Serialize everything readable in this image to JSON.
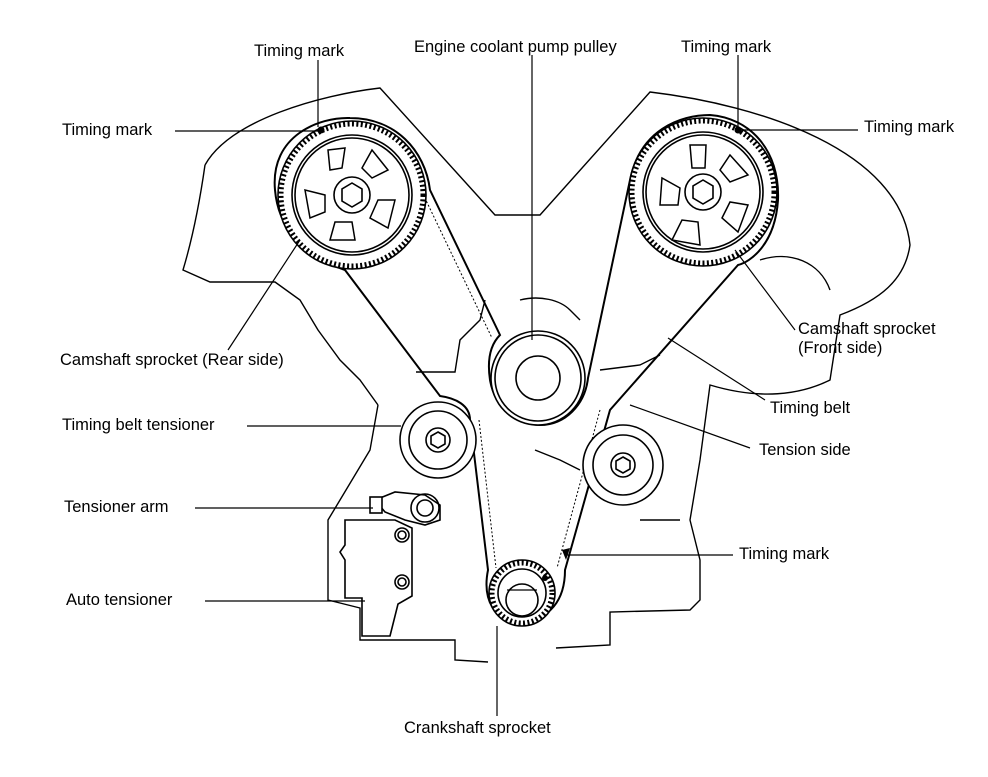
{
  "labels": {
    "timing_mark_top_left": "Timing mark",
    "timing_mark_left": "Timing mark",
    "coolant_pump_pulley": "Engine coolant pump pulley",
    "timing_mark_top_right": "Timing mark",
    "timing_mark_right": "Timing mark",
    "camshaft_rear": "Camshaft sprocket (Rear side)",
    "camshaft_front": "Camshaft sprocket\n(Front side)",
    "timing_belt": "Timing belt",
    "tension_side": "Tension side",
    "belt_tensioner": "Timing belt tensioner",
    "tensioner_arm": "Tensioner arm",
    "timing_mark_crank": "Timing mark",
    "auto_tensioner": "Auto tensioner",
    "crankshaft_sprocket": "Crankshaft sprocket"
  }
}
